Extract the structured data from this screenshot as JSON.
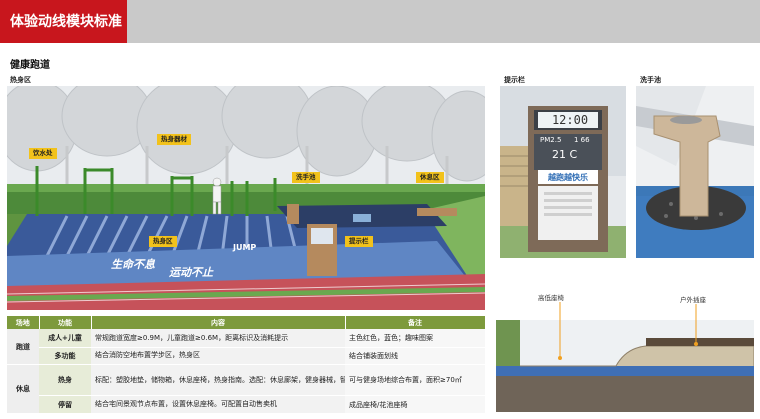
{
  "header": {
    "title": "体验动线模块标准"
  },
  "section": {
    "title": "健康跑道"
  },
  "panels": {
    "main": {
      "label": "热身区",
      "tags": [
        "饮水处",
        "热身器材",
        "洗手池",
        "休息区",
        "热身区",
        "提示栏"
      ],
      "ground_text": [
        "JUMP",
        "生命不息",
        "运动不止"
      ]
    },
    "sign": {
      "label": "提示栏",
      "clock": "12:00",
      "pm": "PM2.5",
      "pm_value": "1 66",
      "temp": "21 C",
      "slogan": "越跑越快乐"
    },
    "wash": {
      "label": "洗手池"
    },
    "seat": {
      "callouts": [
        "高低座椅",
        "户外插座"
      ]
    }
  },
  "table": {
    "headers": [
      "场地",
      "功能",
      "内容",
      "备注"
    ],
    "rows": [
      {
        "group": "",
        "func": "成人+儿童",
        "content": "常规跑道宽度≥0.9M，儿童跑道≥0.6M，距离标识及消耗提示",
        "note": "主色红色，蓝色；趣味图案"
      },
      {
        "group": "跑道",
        "func": "多功能",
        "content": "结合消防空地布置学步区，热身区",
        "note": "结合铺装面划线"
      },
      {
        "group": "",
        "func": "热身",
        "content": "标配：塑胶地垫，储物箱，休息座椅，热身指南。选配：休息廊架，健身器械，智能监测，洗手池。",
        "note": "可与健身场地综合布置，面积≥70㎡"
      },
      {
        "group": "休息",
        "func": "停留",
        "content": "结合宅间景观节点布置，设置休息座椅。可配置自动售卖机",
        "note": "成品座椅/花池座椅"
      }
    ]
  },
  "colors": {
    "brand_red": "#c8161d",
    "table_header": "#7d9a3c",
    "tag_yellow": "#f2c21b",
    "track_blue": "#3f6fb5",
    "track_red": "#c6525a"
  },
  "icons": [
    "tree-icon",
    "fitness-equipment-icon",
    "bench-icon",
    "sign-board-icon",
    "sink-icon"
  ]
}
